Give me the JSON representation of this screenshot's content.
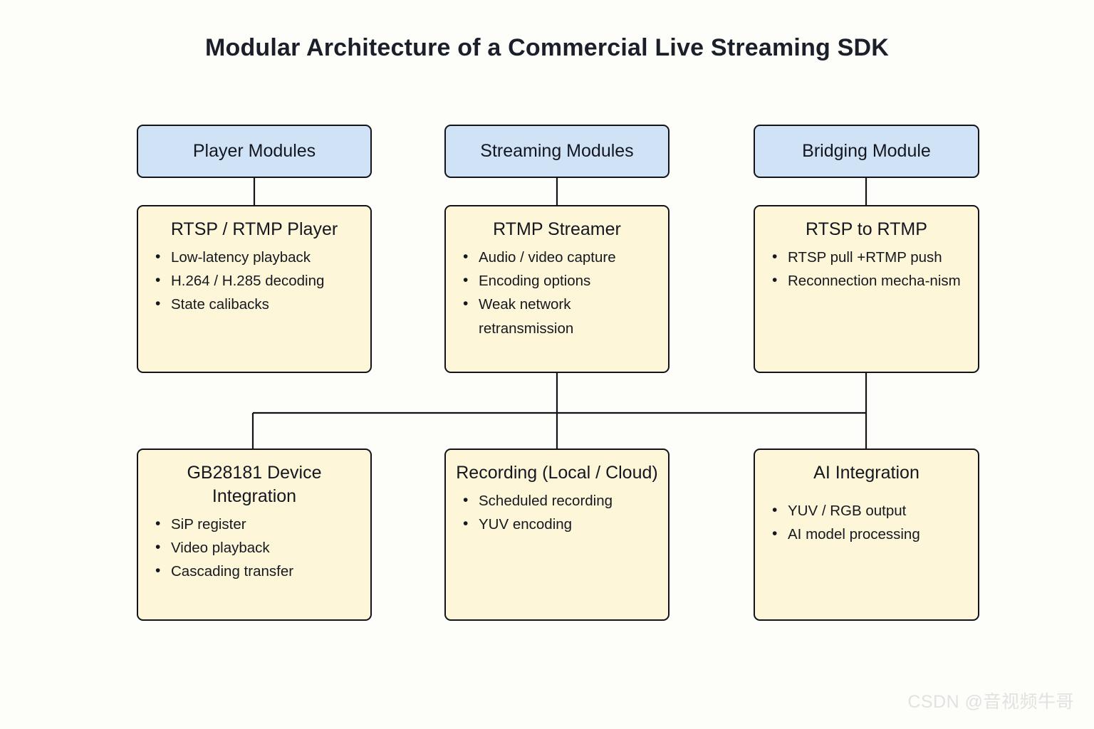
{
  "title": "Modular Architecture of a Commercial Live Streaming SDK",
  "colors": {
    "background": "#fdfdfa",
    "header_fill": "#cfe2f6",
    "card_fill": "#fdf6d9",
    "stroke": "#12141a",
    "text": "#14171f",
    "watermark": "#e2e2e0"
  },
  "headers": [
    {
      "label": "Player Modules"
    },
    {
      "label": "Streaming Modules"
    },
    {
      "label": "Bridging Module"
    }
  ],
  "cards_top": [
    {
      "title": "RTSP / RTMP Player",
      "bullets": [
        "Low-latency playback",
        "H.264 / H.285 decoding",
        "State calibacks"
      ]
    },
    {
      "title": "RTMP Streamer",
      "bullets": [
        "Audio / video capture",
        "Encoding options",
        "Weak network retransmission"
      ]
    },
    {
      "title": "RTSP to RTMP",
      "bullets": [
        "RTSP pull +RTMP push",
        "Reconnection mecha-nism"
      ]
    }
  ],
  "cards_bottom": [
    {
      "title": "GB28181 Device Integration",
      "bullets": [
        "SiP register",
        "Video playback",
        "Cascading transfer"
      ]
    },
    {
      "title": "Recording (Local / Cloud)",
      "bullets": [
        "Scheduled recording",
        "YUV encoding"
      ]
    },
    {
      "title": "AI Integration",
      "bullets": [
        "YUV / RGB output",
        "AI model processing"
      ]
    }
  ],
  "watermark": "CSDN @音视频牛哥"
}
